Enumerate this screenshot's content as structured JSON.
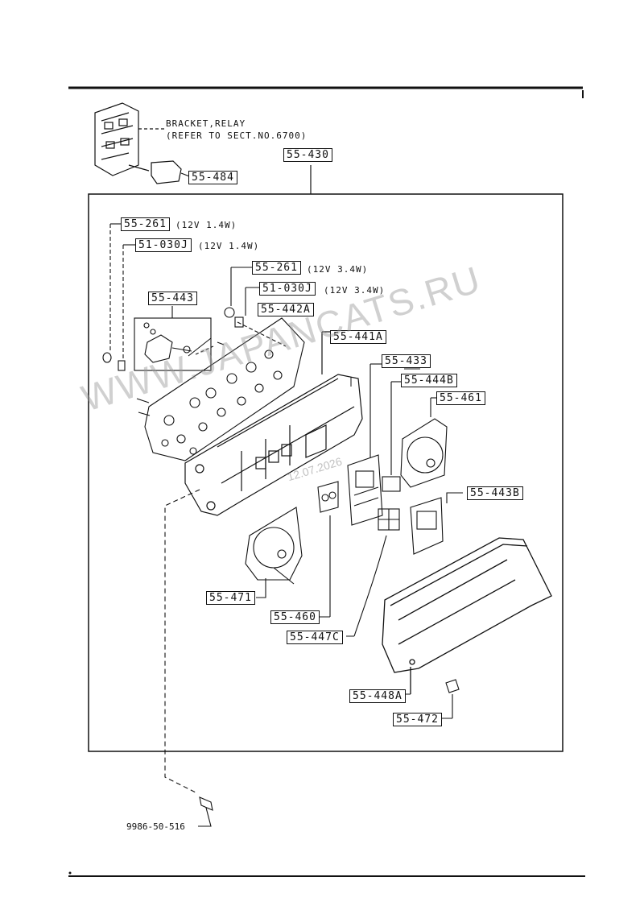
{
  "bracket_note": {
    "line1": "BRACKET,RELAY",
    "line2": "(REFER TO SECT.NO.6700)"
  },
  "parts": {
    "assembly": "55-430",
    "relay": "55-484",
    "bulb_a": "55-261",
    "bulb_a_spec": "(12V 1.4W)",
    "socket_a": "51-030J",
    "socket_a_spec": "(12V 1.4W)",
    "bulb_b": "55-261",
    "bulb_b_spec": "(12V 3.4W)",
    "socket_b": "51-030J",
    "socket_b_spec": "(12V 3.4W)",
    "circuit": "55-443",
    "holder": "55-442A",
    "case": "55-441A",
    "part_433": "55-433",
    "part_444b": "55-444B",
    "tach": "55-461",
    "part_443b": "55-443B",
    "speedo": "55-471",
    "gauge": "55-460",
    "part_447c": "55-447C",
    "lens": "55-448A",
    "knob": "55-472",
    "screw": "9986-50-516"
  },
  "watermark": "WWW.JAPANCATS.RU",
  "date_stamp": "12.07.2026"
}
